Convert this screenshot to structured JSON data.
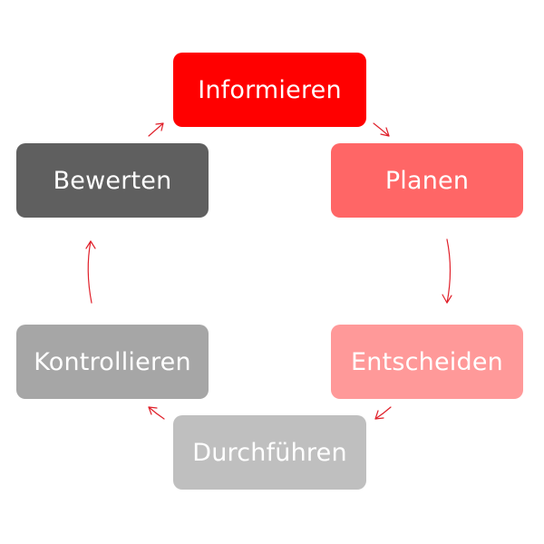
{
  "diagram": {
    "type": "cycle",
    "steps": [
      {
        "label": "Informieren",
        "color": "#ff0000"
      },
      {
        "label": "Planen",
        "color": "#ff6666"
      },
      {
        "label": "Entscheiden",
        "color": "#ff9999"
      },
      {
        "label": "Durchführen",
        "color": "#bfbfbf"
      },
      {
        "label": "Kontrollieren",
        "color": "#a6a6a6"
      },
      {
        "label": "Bewerten",
        "color": "#5f5f5f"
      }
    ],
    "arrow_color": "#e0202a"
  }
}
